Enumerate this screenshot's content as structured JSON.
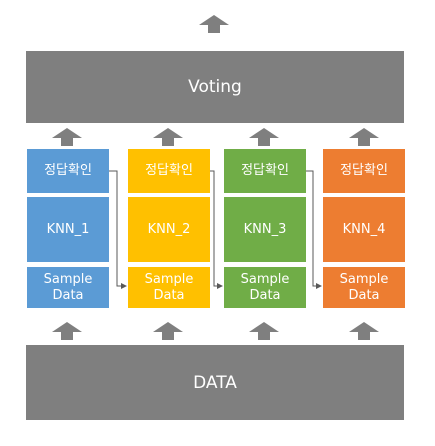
{
  "top_label": "Voting",
  "bottom_label": "DATA",
  "columns": [
    {
      "check": "정답확인",
      "model": "KNN_1",
      "sample": "Sample\nData",
      "color": "#9dc3e6",
      "mid_color": "#9dc3e6"
    },
    {
      "check": "정답확인",
      "model": "KNN_2",
      "sample": "Sample\nData",
      "color": "#ffd966",
      "mid_color": "#ffd966"
    },
    {
      "check": "정답확인",
      "model": "KNN_3",
      "sample": "Sample\nData",
      "color": "#a9d18e",
      "mid_color": "#a9d18e"
    },
    {
      "check": "정답확인",
      "model": "KNN_4",
      "sample": "Sample\nData",
      "color": "#f4b183",
      "mid_color": "#f4b183"
    }
  ],
  "column_dark_colors": [
    "#5b9bd5",
    "#ffc000",
    "#70ad47",
    "#ed7d31"
  ],
  "arrow_color": "#7f7f7f",
  "connector_color": "#595959"
}
